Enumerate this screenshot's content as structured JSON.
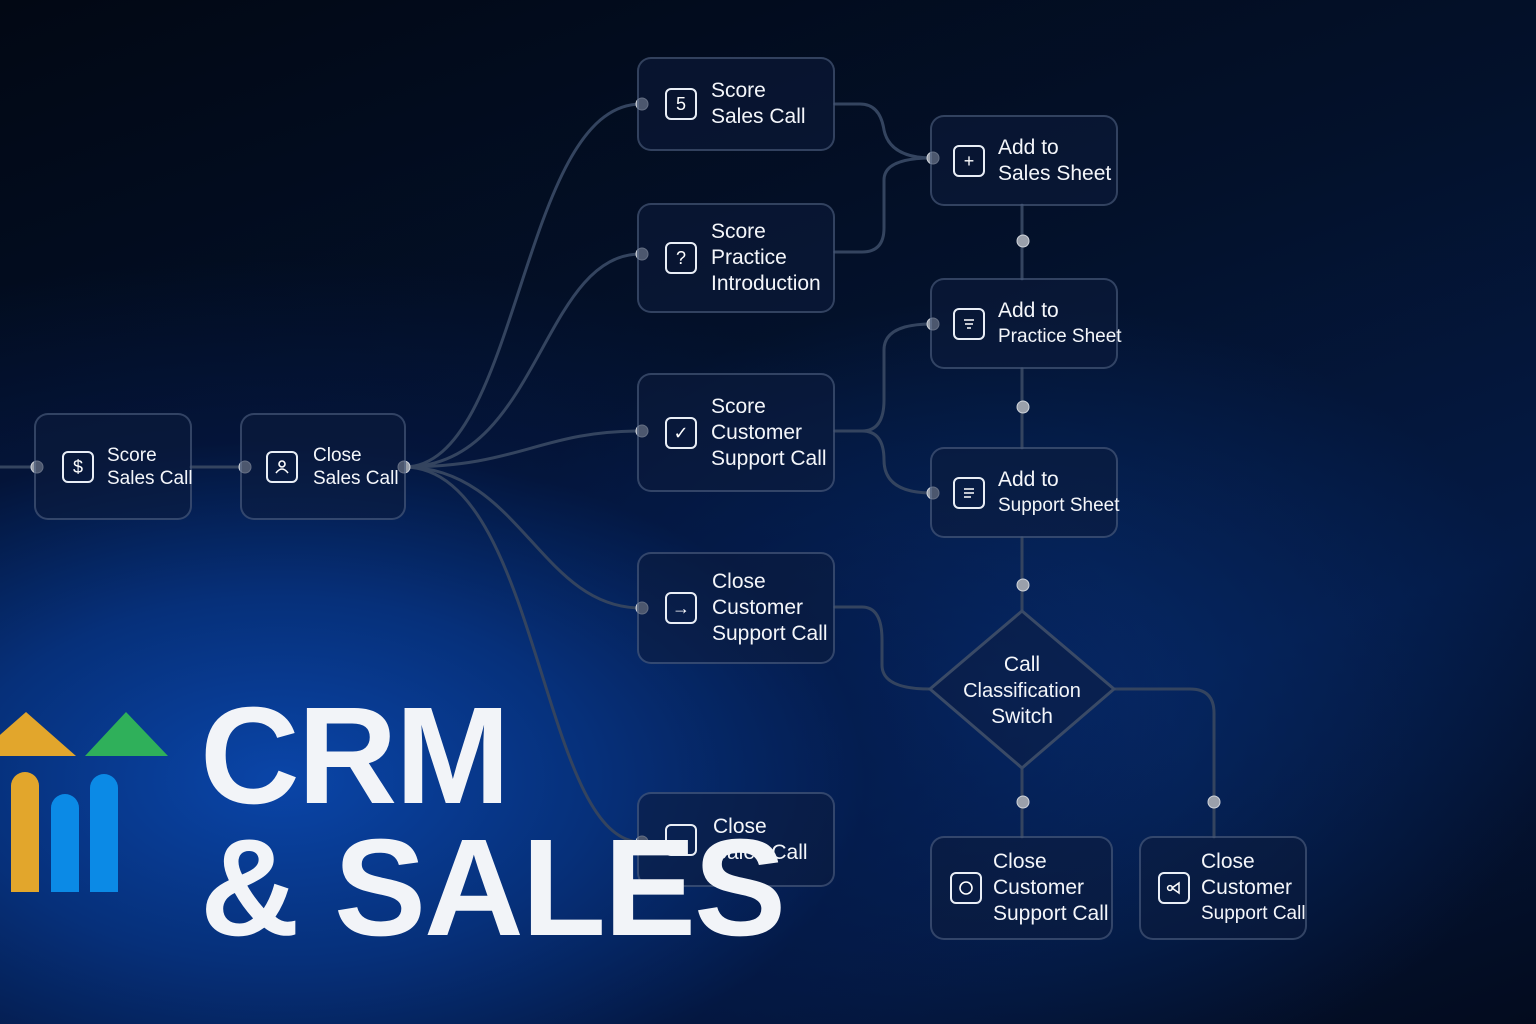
{
  "brand": {
    "line1": "CRM",
    "line2": "& SALES",
    "logo_colors": {
      "yellow": "#e2a62c",
      "green": "#2fb05a",
      "blue": "#0b8ae6"
    }
  },
  "colors": {
    "background_dark": "#020814",
    "background_accent": "#0a45a8",
    "node_border": "#4a5a75",
    "connector": "#3a4a66",
    "port_dot": "#9aa0ab",
    "text": "#f4f6fa"
  },
  "nodes": [
    {
      "id": "n1",
      "icon": "dollar-icon",
      "glyph": "$",
      "lines": [
        "Score",
        "Sales Call"
      ]
    },
    {
      "id": "n2",
      "icon": "user-icon",
      "glyph": "",
      "lines": [
        "Close",
        "Sales Call"
      ]
    },
    {
      "id": "n3",
      "icon": "dollar-variant-icon",
      "glyph": "5",
      "lines": [
        "Score",
        "Sales Call"
      ]
    },
    {
      "id": "n4",
      "icon": "question-icon",
      "glyph": "?",
      "lines": [
        "Score",
        "Practice",
        "Introduction"
      ]
    },
    {
      "id": "n5",
      "icon": "check-icon",
      "glyph": "✓",
      "lines": [
        "Score",
        "Customer",
        "Support Call"
      ]
    },
    {
      "id": "n6",
      "icon": "arrow-right-icon",
      "glyph": "→",
      "lines": [
        "Close",
        "Customer",
        "Support Call"
      ]
    },
    {
      "id": "n7",
      "icon": "arrow-right-icon",
      "glyph": "→",
      "lines": [
        "Close",
        "Sales Call"
      ]
    },
    {
      "id": "n8",
      "icon": "plus-icon",
      "glyph": "+",
      "lines": [
        "Add to",
        "Sales Sheet"
      ]
    },
    {
      "id": "n9",
      "icon": "list-icon",
      "glyph": "",
      "lines": [
        "Add to",
        "Practice Sheet"
      ]
    },
    {
      "id": "n10",
      "icon": "list-icon",
      "glyph": "",
      "lines": [
        "Add to",
        "Support Sheet"
      ]
    },
    {
      "id": "n11",
      "icon": "circle-icon",
      "glyph": "",
      "lines": [
        "Close",
        "Customer",
        "Support Call"
      ]
    },
    {
      "id": "n12",
      "icon": "speaker-icon",
      "glyph": "",
      "lines": [
        "Close",
        "Customer",
        "Support Call"
      ]
    }
  ],
  "switch": {
    "lines": [
      "Call",
      "Classification",
      "Switch"
    ]
  }
}
